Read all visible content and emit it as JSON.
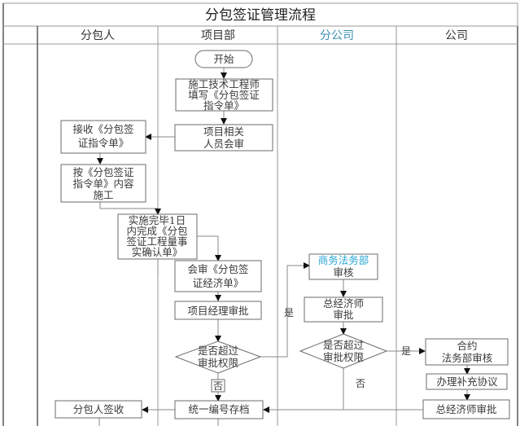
{
  "title": "分包签证管理流程",
  "lanes": [
    {
      "id": "subcontractor",
      "label": "分包人",
      "accent": false
    },
    {
      "id": "project-dept",
      "label": "项目部",
      "accent": false
    },
    {
      "id": "branch",
      "label": "分公司",
      "accent": true
    },
    {
      "id": "company",
      "label": "公司",
      "accent": false
    }
  ],
  "colors": {
    "branch_header": "#3b8fb0",
    "legal_dept_text": "#2aa7d6",
    "lines": "#8a8a8a",
    "box_border": "#6b6b6b"
  },
  "nodes": {
    "start": {
      "lines": [
        "开始"
      ]
    },
    "fill_order": {
      "lines": [
        "施工技术工程师",
        "填写《分包签证",
        "指令单》"
      ]
    },
    "joint_review": {
      "lines": [
        "项目相关",
        "人员会审"
      ]
    },
    "receive_order": {
      "lines": [
        "接收《分包签",
        "证指令单》"
      ]
    },
    "construct": {
      "lines": [
        "按《分包签证",
        "指令单》内容",
        "施工"
      ]
    },
    "complete_confirm": {
      "lines": [
        "实施完毕1日",
        "内完成《分包",
        "签证工程量事",
        "实确认单》"
      ]
    },
    "review_economic": {
      "lines": [
        "会审《分包签",
        "证经济单》"
      ]
    },
    "pm_approve": {
      "lines": [
        "项目经理审批"
      ]
    },
    "decision_project": {
      "lines": [
        "是否超过",
        "审批权限"
      ]
    },
    "legal_review": {
      "lines": [
        "商务法务部",
        "审核"
      ]
    },
    "chief_economist_branch": {
      "lines": [
        "总经济师",
        "审批"
      ]
    },
    "decision_branch": {
      "lines": [
        "是否超过",
        "审批权限"
      ]
    },
    "contract_legal": {
      "lines": [
        "合约",
        "法务部审核"
      ]
    },
    "supplement": {
      "lines": [
        "办理补充协议"
      ]
    },
    "chief_economist_company": {
      "lines": [
        "总经济师审批"
      ]
    },
    "archive": {
      "lines": [
        "统一编号存档"
      ]
    },
    "sub_sign": {
      "lines": [
        "分包人签收"
      ]
    }
  },
  "edge_labels": {
    "project_yes": "是",
    "project_no": "否",
    "branch_yes": "是",
    "branch_no": "否"
  }
}
